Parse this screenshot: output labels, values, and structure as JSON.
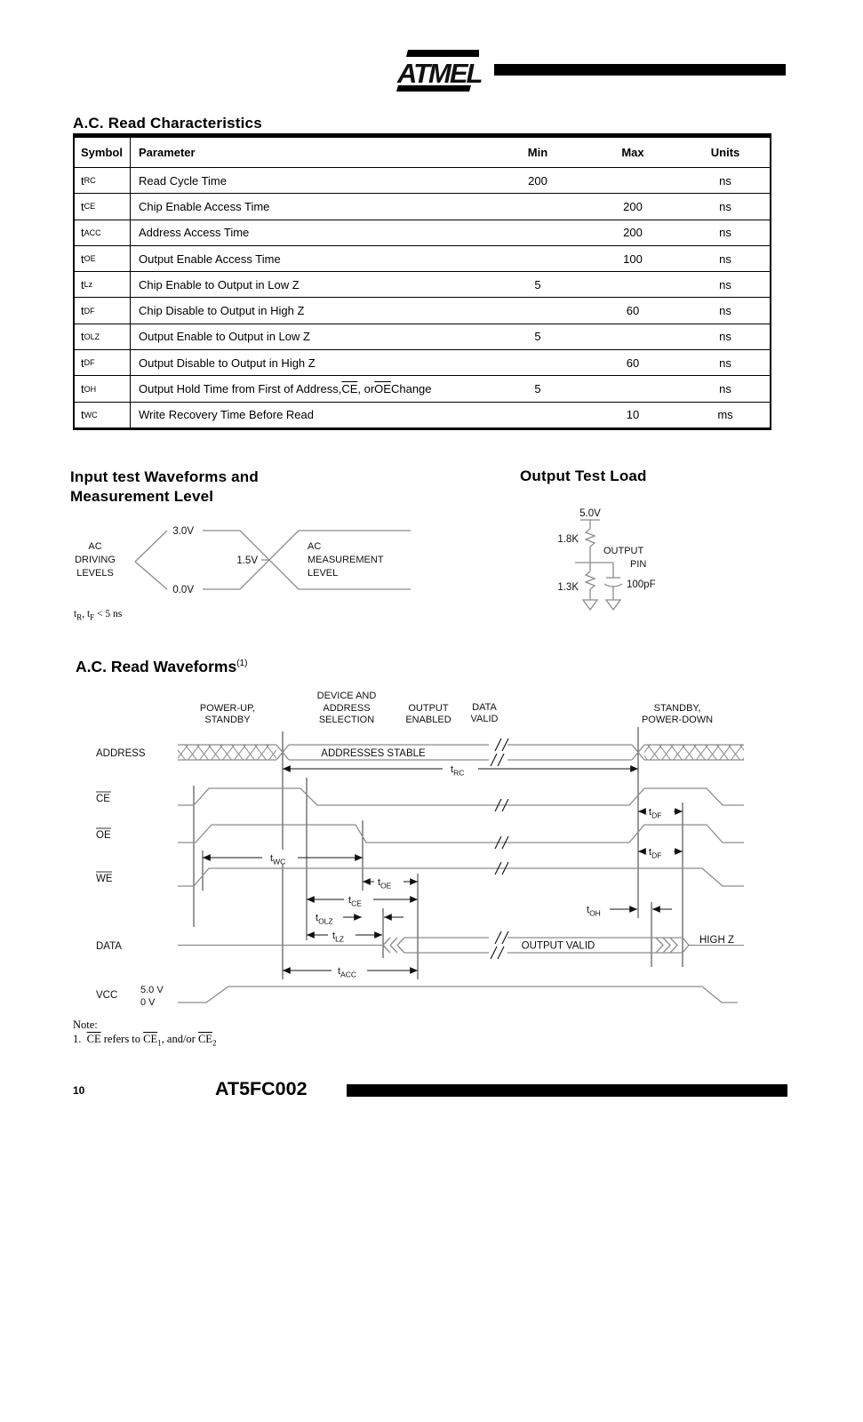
{
  "header": {
    "logo_text": "ATMEL"
  },
  "read_characteristics": {
    "title": "A.C. Read Characteristics",
    "columns": [
      "Symbol",
      "Parameter",
      "Min",
      "Max",
      "Units"
    ],
    "rows": [
      {
        "symbol": [
          {
            "t": "t"
          },
          {
            "t": "RC",
            "sub": true
          }
        ],
        "parameter": [
          {
            "t": "Read Cycle Time"
          }
        ],
        "min": "200",
        "max": "",
        "units": "ns"
      },
      {
        "symbol": [
          {
            "t": "t"
          },
          {
            "t": "CE",
            "sub": true
          }
        ],
        "parameter": [
          {
            "t": "Chip Enable Access Time"
          }
        ],
        "min": "",
        "max": "200",
        "units": "ns"
      },
      {
        "symbol": [
          {
            "t": "t"
          },
          {
            "t": "ACC",
            "sub": true
          }
        ],
        "parameter": [
          {
            "t": "Address Access Time"
          }
        ],
        "min": "",
        "max": "200",
        "units": "ns"
      },
      {
        "symbol": [
          {
            "t": "t"
          },
          {
            "t": "OE",
            "sub": true
          }
        ],
        "parameter": [
          {
            "t": "Output Enable Access Time"
          }
        ],
        "min": "",
        "max": "100",
        "units": "ns"
      },
      {
        "symbol": [
          {
            "t": "t"
          },
          {
            "t": "Lz",
            "sub": true
          }
        ],
        "parameter": [
          {
            "t": "Chip Enable to Output in Low Z"
          }
        ],
        "min": "5",
        "max": "",
        "units": "ns"
      },
      {
        "symbol": [
          {
            "t": "t"
          },
          {
            "t": "DF",
            "sub": true
          }
        ],
        "parameter": [
          {
            "t": "Chip Disable to Output in High Z"
          }
        ],
        "min": "",
        "max": "60",
        "units": "ns"
      },
      {
        "symbol": [
          {
            "t": "t"
          },
          {
            "t": "OLZ",
            "sub": true
          }
        ],
        "parameter": [
          {
            "t": "Output Enable to Output in Low Z"
          }
        ],
        "min": "5",
        "max": "",
        "units": "ns"
      },
      {
        "symbol": [
          {
            "t": "t"
          },
          {
            "t": "DF",
            "sub": true
          }
        ],
        "parameter": [
          {
            "t": "Output Disable to Output in High Z"
          }
        ],
        "min": "",
        "max": "60",
        "units": "ns"
      },
      {
        "symbol": [
          {
            "t": "t"
          },
          {
            "t": "OH",
            "sub": true
          }
        ],
        "parameter": [
          {
            "t": "Output Hold Time from First of Address, "
          },
          {
            "t": "CE",
            "over": true
          },
          {
            "t": ", or "
          },
          {
            "t": "OE",
            "over": true
          },
          {
            "t": " Change"
          }
        ],
        "min": "5",
        "max": "",
        "units": "ns"
      },
      {
        "symbol": [
          {
            "t": "t"
          },
          {
            "t": "WC",
            "sub": true
          }
        ],
        "parameter": [
          {
            "t": "Write Recovery Time Before Read"
          }
        ],
        "min": "",
        "max": "10",
        "units": "ms"
      }
    ]
  },
  "input_test": {
    "title_line1": "Input test Waveforms and",
    "title_line2": "Measurement Level",
    "left_label": {
      "l1": "AC",
      "l2": "DRIVING",
      "l3": "LEVELS"
    },
    "right_label": {
      "l1": "AC",
      "l2": "MEASUREMENT",
      "l3": "LEVEL"
    },
    "levels": {
      "high": "3.0V",
      "mid": "1.5V",
      "low": "0.0V"
    },
    "note_parts": [
      {
        "t": "t"
      },
      {
        "t": "R",
        "sub": true
      },
      {
        "t": ", t"
      },
      {
        "t": "F",
        "sub": true
      },
      {
        "t": "  < 5 ns"
      }
    ]
  },
  "output_test": {
    "title": "Output Test Load",
    "supply": "5.0V",
    "r_top": "1.8K",
    "r_bottom": "1.3K",
    "cap": "100pF",
    "pin_line1": "OUTPUT",
    "pin_line2": "PIN"
  },
  "read_waveforms": {
    "title": "A.C. Read Waveforms",
    "title_sup": "(1)",
    "phases": {
      "p1a": "POWER-UP,",
      "p1b": "STANDBY",
      "p2a": "DEVICE AND",
      "p2b": "ADDRESS",
      "p2c": "SELECTION",
      "p3a": "OUTPUT",
      "p3b": "ENABLED",
      "p4a": "DATA",
      "p4b": "VALID",
      "p5a": "STANDBY,",
      "p5b": "POWER-DOWN"
    },
    "signals": {
      "address": "ADDRESS",
      "ce": "CE",
      "oe": "OE",
      "we": "WE",
      "data": "DATA",
      "vcc": "VCC"
    },
    "annotations": {
      "addresses_stable": "ADDRESSES STABLE",
      "output_valid": "OUTPUT VALID",
      "high_z": "HIGH Z",
      "vcc_high": "5.0 V",
      "vcc_low": "0 V",
      "t": "t",
      "rc": "RC",
      "wc": "WC",
      "df": "DF",
      "oe": "OE",
      "ce": "CE",
      "olz": "OLZ",
      "lz": "LZ",
      "oh": "OH",
      "acc": "ACC"
    }
  },
  "note": {
    "label": "Note:",
    "line_parts": [
      {
        "t": "1.  "
      },
      {
        "t": "CE",
        "over": true
      },
      {
        "t": " refers to "
      },
      {
        "t": "CE",
        "over": true
      },
      {
        "t": "1",
        "sub": true
      },
      {
        "t": ", and/or "
      },
      {
        "t": "CE",
        "over": true
      },
      {
        "t": "2",
        "sub": true
      }
    ]
  },
  "footer": {
    "page": "10",
    "part": "AT5FC002"
  }
}
